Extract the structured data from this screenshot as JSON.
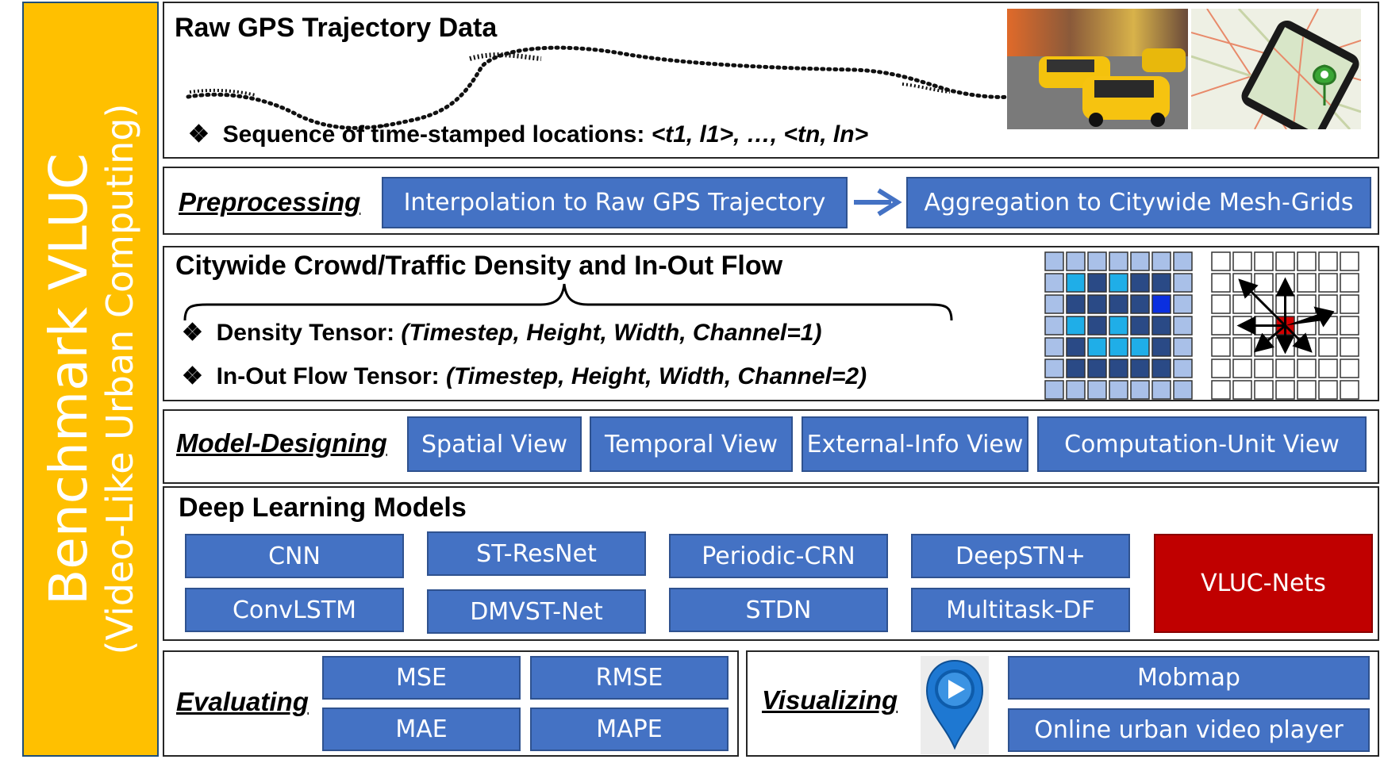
{
  "sidebar": {
    "title": "Benchmark VLUC",
    "subtitle": "(Video-Like Urban Computing)"
  },
  "raw_gps": {
    "heading": "Raw GPS Trajectory Data",
    "bullet_prefix": "Sequence of time-stamped locations: ",
    "bullet_formula": "<t1, l1>, …, <tn, ln>"
  },
  "preprocessing": {
    "label": "Preprocessing",
    "step1": "Interpolation to Raw GPS Trajectory",
    "step2": "Aggregation to Citywide Mesh-Grids"
  },
  "density": {
    "heading": "Citywide Crowd/Traffic Density and In-Out Flow",
    "density_label": "Density Tensor: ",
    "density_shape": "(Timestep, Height, Width, Channel=1)",
    "flow_label": "In-Out Flow Tensor: ",
    "flow_shape": "(Timestep, Height, Width, Channel=2)"
  },
  "model_designing": {
    "label": "Model-Designing",
    "views": [
      "Spatial View",
      "Temporal View",
      "External-Info View",
      "Computation-Unit View"
    ]
  },
  "deep_learning": {
    "heading": "Deep Learning Models",
    "models_top": [
      "CNN",
      "ST-ResNet",
      "Periodic-CRN",
      "DeepSTN+"
    ],
    "models_bottom": [
      "ConvLSTM",
      "DMVST-Net",
      "STDN",
      "Multitask-DF"
    ],
    "highlight": "VLUC-Nets"
  },
  "evaluating": {
    "label": "Evaluating",
    "metrics": [
      "MSE",
      "RMSE",
      "MAE",
      "MAPE"
    ]
  },
  "visualizing": {
    "label": "Visualizing",
    "tools": [
      "Mobmap",
      "Online urban video player"
    ]
  },
  "colors": {
    "sidebar": "#ffc000",
    "box_blue": "#4472c4",
    "box_red": "#c00000",
    "arrow": "#4472c4"
  },
  "icons": [
    "diamond-bullet-icon",
    "arrow-right-icon",
    "map-pin-icon",
    "taxi-photo",
    "phone-map-photo"
  ]
}
